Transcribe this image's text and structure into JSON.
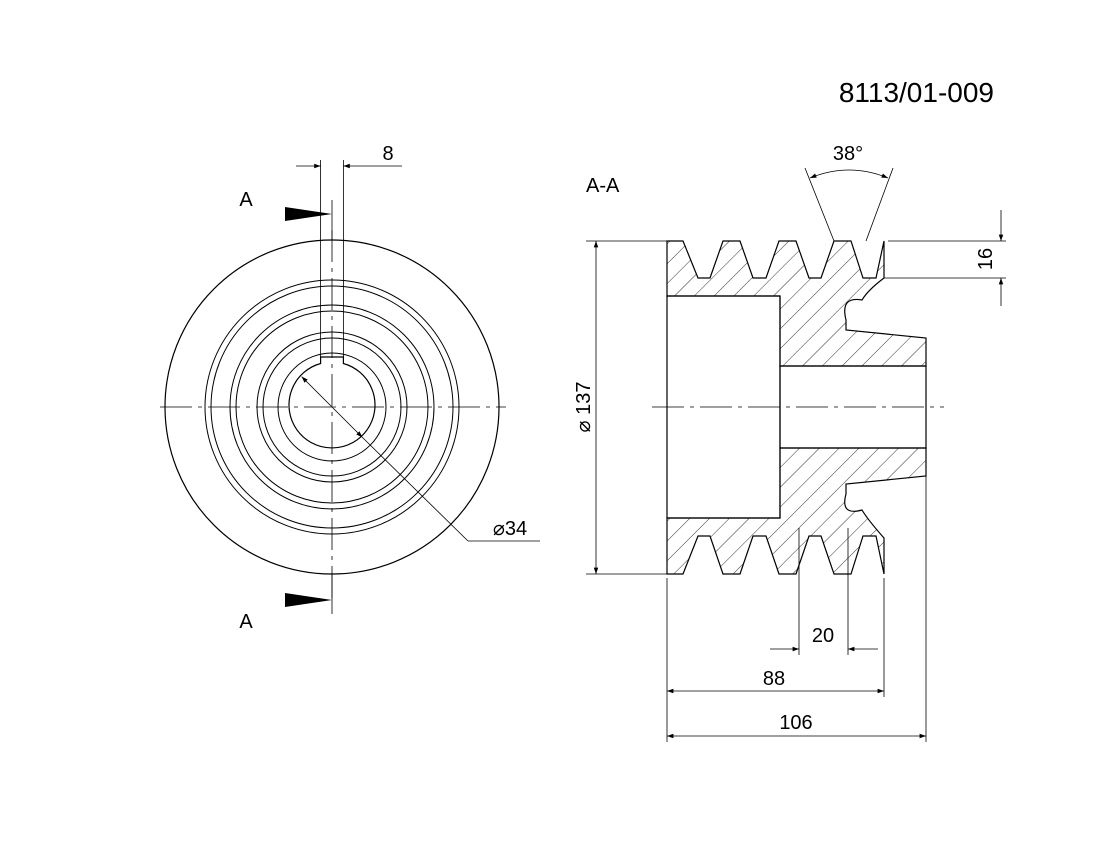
{
  "drawing_number": "8113/01-009",
  "section_marker": "A",
  "section_label": "A-A",
  "dimensions": {
    "keyway_width": "8",
    "bore_diameter": "34",
    "outer_diameter": "137",
    "groove_angle": "38°",
    "groove_depth": "16",
    "groove_pitch": "20",
    "hub_width": "88",
    "overall_width": "106"
  },
  "symbols": {
    "diameter": "⌀"
  }
}
